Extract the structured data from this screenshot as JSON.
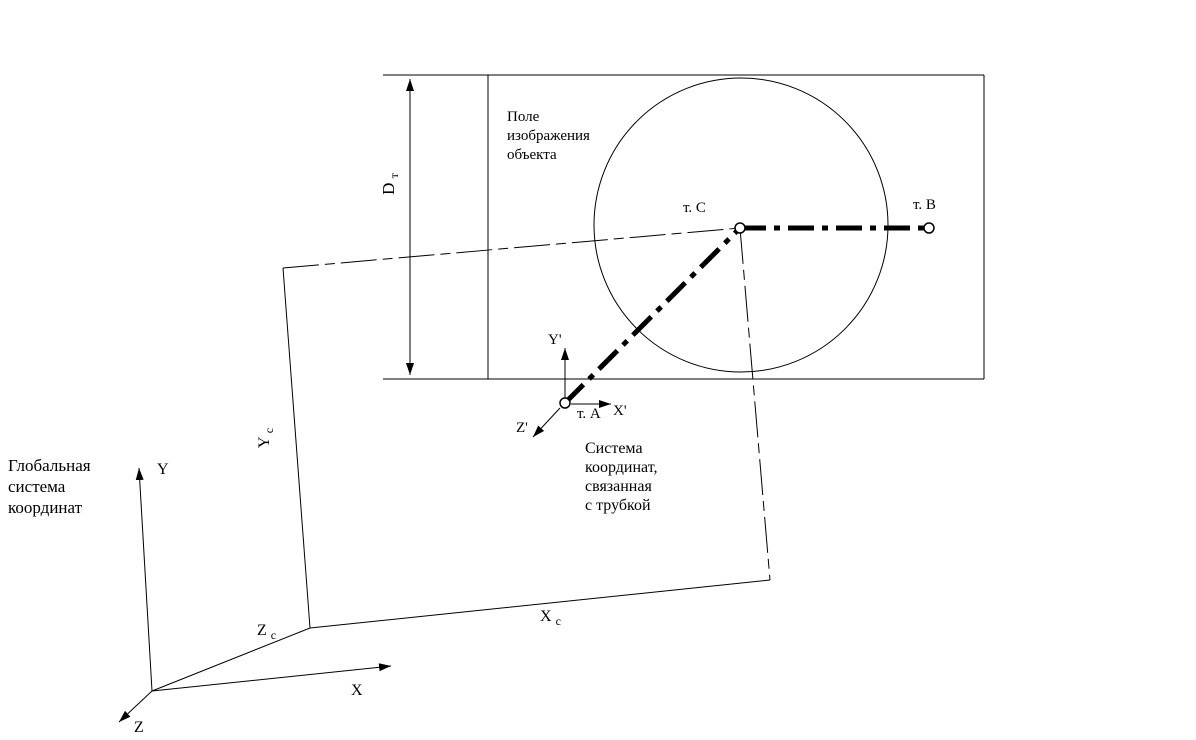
{
  "page": {
    "background": "#ffffff",
    "ink": "#000000"
  },
  "field_label": {
    "lines": [
      "Поле",
      "изображения",
      "объекта"
    ]
  },
  "global_label": {
    "lines": [
      "Глобальная",
      "система",
      "координат"
    ]
  },
  "tube_label": {
    "lines": [
      "Система",
      "координат,",
      "связанная",
      "с трубкой"
    ]
  },
  "points": {
    "a": "т. А",
    "b": "т. В",
    "c": "т. С"
  },
  "axes": {
    "global": {
      "x": "X",
      "y": "Y",
      "z": "Z"
    },
    "tube": {
      "x": "X'",
      "y": "Y'",
      "z": "Z'"
    },
    "plane": {
      "x_main": "X",
      "x_sub": "c",
      "y_main": "Y",
      "y_sub": "c",
      "z_main": "Z",
      "z_sub": "c"
    }
  },
  "dimension": {
    "main": "D",
    "sub": "т"
  }
}
